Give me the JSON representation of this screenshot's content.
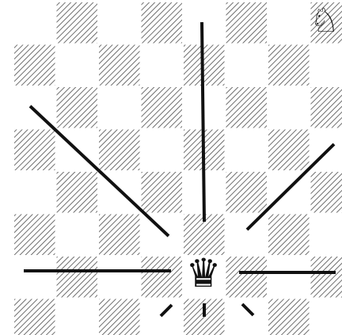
{
  "board": {
    "files": 8,
    "ranks": 8,
    "light_square_color": "#ffffff",
    "dark_square_pattern": "diagonal-hatch",
    "dark_square_fill": "#ffffff",
    "hatch_color": "#555555",
    "line_color": "#111111"
  },
  "pieces": [
    {
      "id": "queen",
      "name": "queen",
      "color": "black",
      "icon": "queen-icon",
      "symbol": "♛",
      "square": "e2"
    },
    {
      "id": "knight",
      "name": "knight",
      "color": "white",
      "icon": "knight-icon",
      "symbol": "♘",
      "square": "h8"
    }
  ],
  "queen_rays": {
    "north": {
      "from": "e2",
      "to": "e8"
    },
    "west": {
      "from": "e2",
      "to": "a2"
    },
    "east": {
      "from": "e2",
      "to": "h2"
    },
    "northwest": {
      "from": "e2",
      "to": "a6"
    },
    "northeast": {
      "from": "e2",
      "to": "h5"
    },
    "southwest": {
      "from": "e2",
      "to": "d1"
    },
    "south": {
      "from": "e2",
      "to": "e1"
    },
    "southeast": {
      "from": "e2",
      "to": "f1"
    }
  }
}
